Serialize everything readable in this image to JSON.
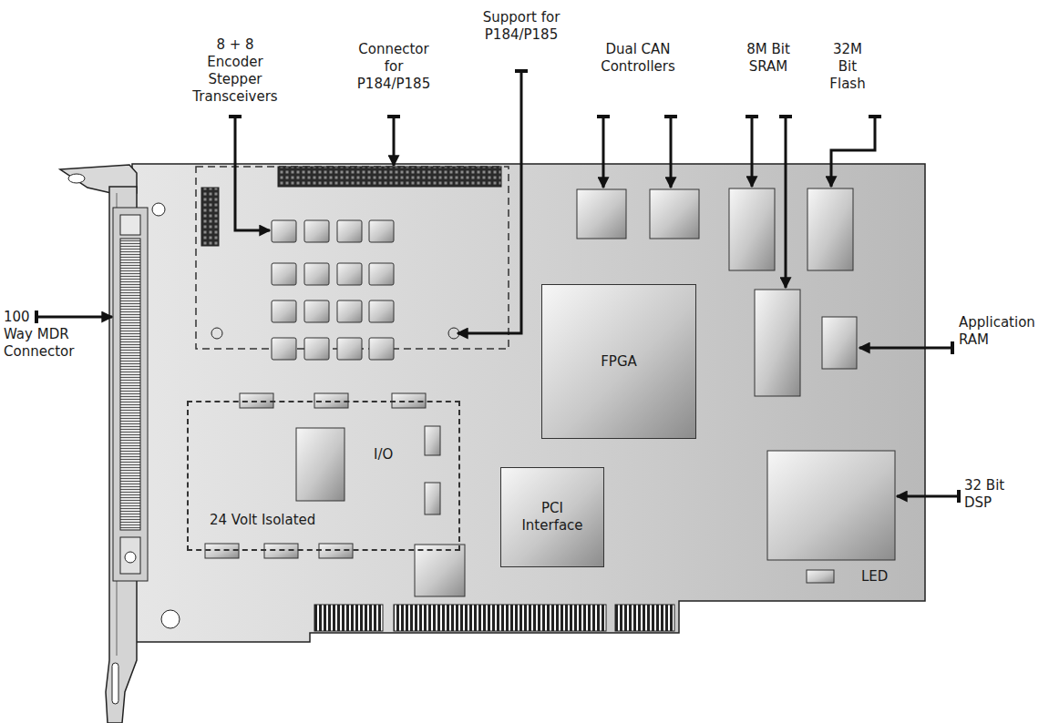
{
  "diagram": {
    "nodes": [
      {
        "text": [
          "FPGA"
        ]
      },
      {
        "text": [
          "I/O",
          "24 Volt Isolated"
        ]
      },
      {
        "text": [
          "PCI Interface"
        ]
      }
    ],
    "labels": [
      "8 + 8 Encoder Stepper Transceivers",
      "Connector for P184/P185",
      "Support for P184/P185",
      "Dual CAN Controllers",
      "8M Bit SRAM",
      "32M Bit Flash",
      "100 Way MDR Connector",
      "Application RAM",
      "32 Bit DSP",
      "LED"
    ]
  }
}
